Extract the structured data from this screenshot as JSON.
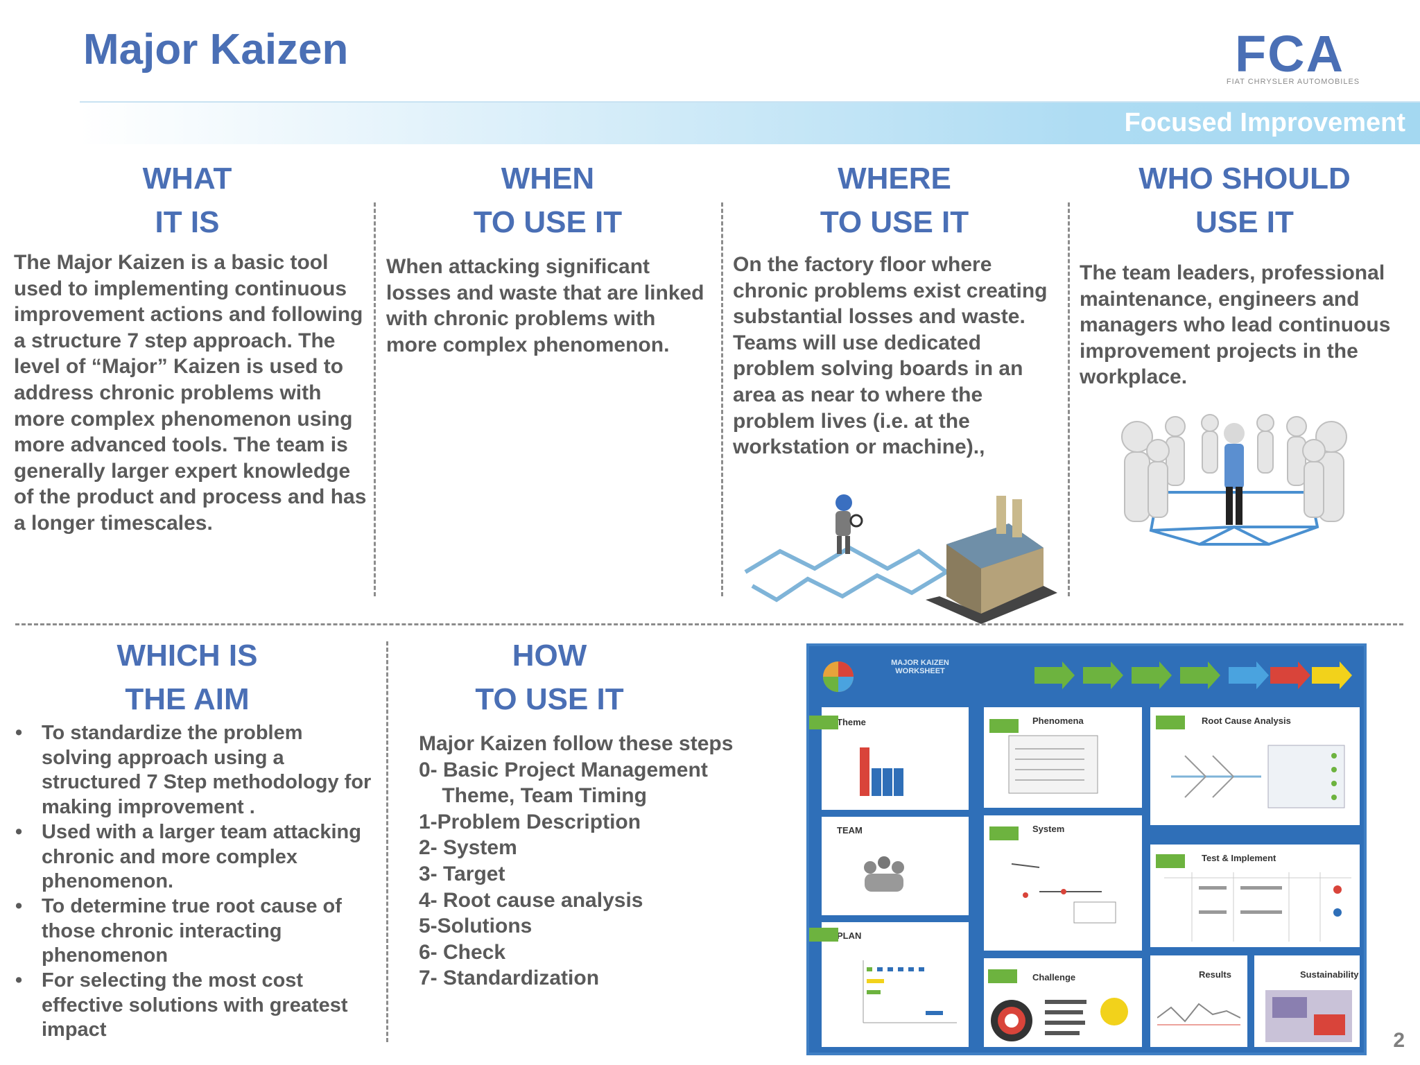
{
  "header": {
    "title": "Major Kaizen",
    "logo_text": "FCA",
    "logo_subtext": "FIAT CHRYSLER AUTOMOBILES",
    "banner": "Focused Improvement"
  },
  "sections": {
    "what": {
      "heading_line1": "WHAT",
      "heading_line2": "IT IS",
      "body": "The Major Kaizen is a basic tool used to implementing continuous improvement actions and following a structure 7 step approach. The level of “Major” Kaizen is  used to address chronic problems with more complex phenomenon using more advanced tools.  The team is generally larger expert knowledge of the product and process and has  a longer timescales."
    },
    "when": {
      "heading_line1": "WHEN",
      "heading_line2": "TO USE IT",
      "body": "When attacking significant losses and waste that are linked with chronic problems with more complex phenomenon."
    },
    "where": {
      "heading_line1": "WHERE",
      "heading_line2": "TO USE IT",
      "body": "On the factory floor where chronic problems exist creating substantial losses and waste. Teams will use dedicated problem solving boards in an area as near to where the problem lives (i.e. at the workstation or machine).,"
    },
    "who": {
      "heading_line1": "WHO SHOULD",
      "heading_line2": "USE IT",
      "body": "The team leaders,  professional maintenance, engineers and managers who lead continuous improvement projects in the workplace."
    },
    "aim": {
      "heading_line1": "WHICH IS",
      "heading_line2": "THE AIM",
      "bullets": [
        "To standardize the problem solving approach using a structured 7 Step methodology for making improvement .",
        "Used with a larger team attacking chronic and more complex phenomenon.",
        "To determine true root cause of those chronic interacting phenomenon",
        "For selecting the most cost effective solutions with greatest impact"
      ]
    },
    "how": {
      "heading_line1": "HOW",
      "heading_line2": "TO USE IT",
      "steps": [
        "Major Kaizen follow these steps",
        "0- Basic Project Management",
        "    Theme, Team Timing",
        "",
        "1-Problem Description",
        "2- System",
        "3- Target",
        "4- Root cause analysis",
        "5-Solutions",
        "6- Check",
        "7- Standardization"
      ]
    }
  },
  "worksheet": {
    "title": "MAJOR KAIZEN WORKSHEET",
    "panels": {
      "theme": "Theme",
      "phenomena": "Phenomena",
      "root_cause": "Root Cause Analysis",
      "team": "TEAM",
      "system": "System",
      "test": "Test & Implement",
      "plan": "PLAN",
      "challenge": "Challenge",
      "results": "Results",
      "sustainability": "Sustainability"
    }
  },
  "page_number": "2",
  "colors": {
    "heading_blue": "#4a6fb5",
    "banner_blue": "#a4d8f1",
    "body_gray": "#5a5a5a"
  }
}
